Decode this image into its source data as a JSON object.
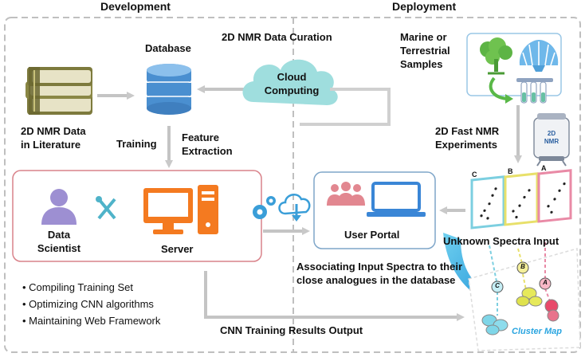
{
  "sections": {
    "development": "Development",
    "deployment": "Deployment"
  },
  "labels": {
    "database": "Database",
    "curation": "2D NMR Data Curation",
    "cloud": "Cloud\nComputing",
    "samples": "Marine or\nTerrestrial\nSamples",
    "literature": "2D NMR Data\nin Literature",
    "training": "Training",
    "feature": "Feature\nExtraction",
    "fast_nmr": "2D Fast NMR\nExperiments",
    "nmr_device": "2D\nNMR",
    "data_scientist": "Data\nScientist",
    "server": "Server",
    "user_portal": "User Portal",
    "unknown_input": "Unknown Spectra Input",
    "associating": "Associating Input Spectra to their\nclose analogues in the database",
    "cnn_output": "CNN Training Results Output",
    "cluster_map": "Cluster Map"
  },
  "bullets": [
    "Compiling Training Set",
    "Optimizing CNN algorithms",
    "Maintaining Web Framework"
  ],
  "spectra_tags": [
    "C",
    "B",
    "A"
  ],
  "cluster_tags": [
    "B",
    "C",
    "A"
  ],
  "colors": {
    "dash": "#bfbfbf",
    "arrow": "#c4c4c4",
    "server_orange": "#f47a20",
    "server_box": "#d9828a",
    "portal_box": "#7fa6c9",
    "cloud": "#9fdede",
    "book_olive": "#7d7a3d",
    "db_blue": "#4a8fd0",
    "portal_blue": "#3a86d6",
    "scientist_purple": "#9d8fd2",
    "big_arrow": "#2aa5e0"
  }
}
